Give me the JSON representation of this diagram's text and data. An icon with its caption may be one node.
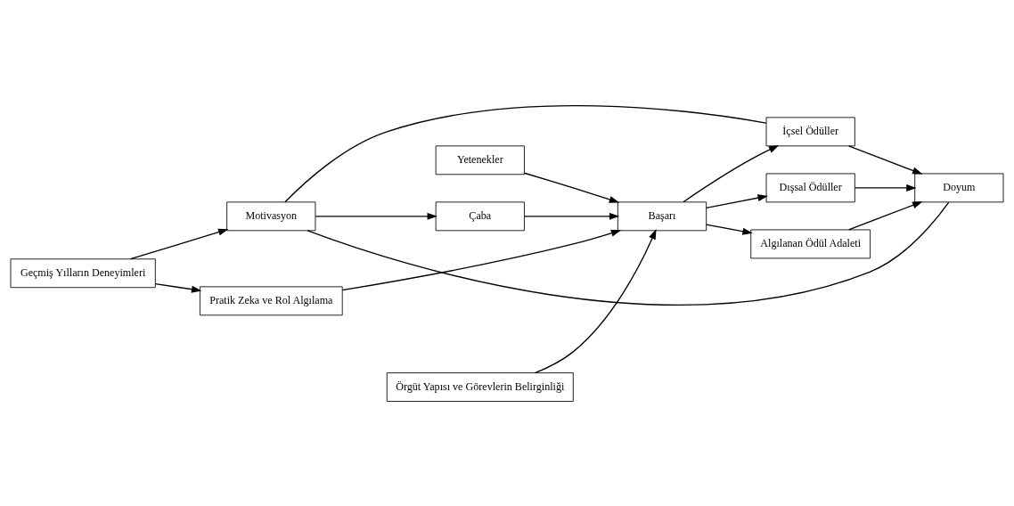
{
  "diagram": {
    "nodes": [
      {
        "text": [
          "Motivasyon"
        ]
      },
      {
        "text": [
          "Çaba"
        ]
      },
      {
        "text": [
          "Yetenekler"
        ]
      },
      {
        "text": [
          "Başarı"
        ]
      },
      {
        "text": [
          "İçsel Ödüller"
        ]
      },
      {
        "text": [
          "Doyum"
        ]
      },
      {
        "text": [
          "Dışsal Ödüller"
        ]
      },
      {
        "text": [
          "Geçmiş Yılların Deneyimleri"
        ]
      },
      {
        "text": [
          "Pratik Zeka ve Rol Algılama"
        ]
      },
      {
        "text": [
          "Örgüt Yapısı ve Görevlerin Belirginliği"
        ]
      },
      {
        "text": [
          "Algılanan Ödül Adaleti"
        ]
      }
    ],
    "edges": [
      {
        "from": 0,
        "to": 4,
        "arrow": "none"
      },
      {
        "from": 0,
        "to": 1,
        "arrow": "to"
      },
      {
        "from": 7,
        "to": 0,
        "arrow": "to"
      },
      {
        "from": 7,
        "to": 8,
        "arrow": "to"
      },
      {
        "from": 1,
        "to": 3,
        "arrow": "to"
      },
      {
        "from": 2,
        "to": 3,
        "arrow": "to"
      },
      {
        "from": 8,
        "to": 3,
        "arrow": "to"
      },
      {
        "from": 9,
        "to": 3,
        "arrow": "to"
      },
      {
        "from": 3,
        "to": 4,
        "arrow": "to"
      },
      {
        "from": 3,
        "to": 6,
        "arrow": "to"
      },
      {
        "from": 3,
        "to": 10,
        "arrow": "to"
      },
      {
        "from": 4,
        "to": 5,
        "arrow": "to"
      },
      {
        "from": 6,
        "to": 5,
        "arrow": "to"
      },
      {
        "from": 10,
        "to": 5,
        "arrow": "to"
      },
      {
        "from": 5,
        "to": 0,
        "arrow": "none"
      }
    ]
  }
}
